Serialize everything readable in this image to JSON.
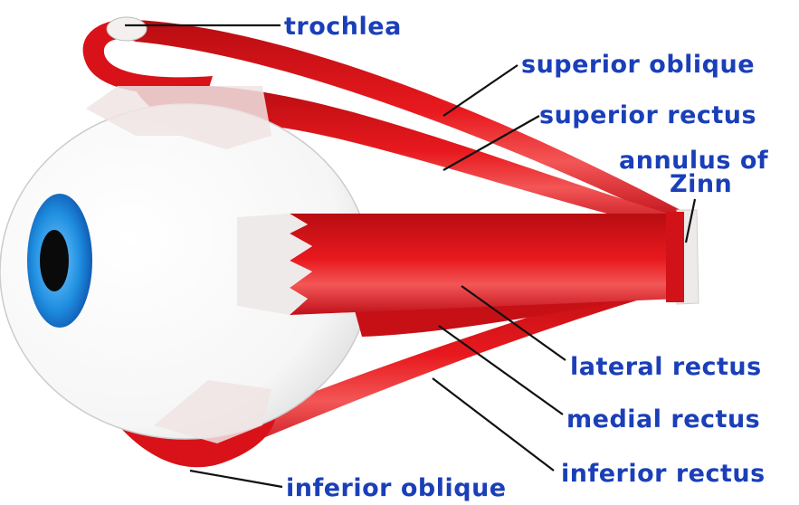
{
  "labels": {
    "trochlea": "trochlea",
    "superior_oblique": "superior oblique",
    "superior_rectus": "superior rectus",
    "annulus_line1": "annulus of",
    "annulus_line2": "Zinn",
    "lateral_rectus": "lateral rectus",
    "medial_rectus": "medial rectus",
    "inferior_rectus": "inferior rectus",
    "inferior_oblique": "inferior oblique"
  },
  "colors": {
    "muscle": "#e2161b",
    "muscle_dark": "#b80d12",
    "muscle_light": "#f26a6a",
    "label_text": "#1a3fb8",
    "iris": "#1f8fe0",
    "pupil": "#0a0a0a",
    "sclera": "#ffffff",
    "tendon": "#f1eeee"
  }
}
